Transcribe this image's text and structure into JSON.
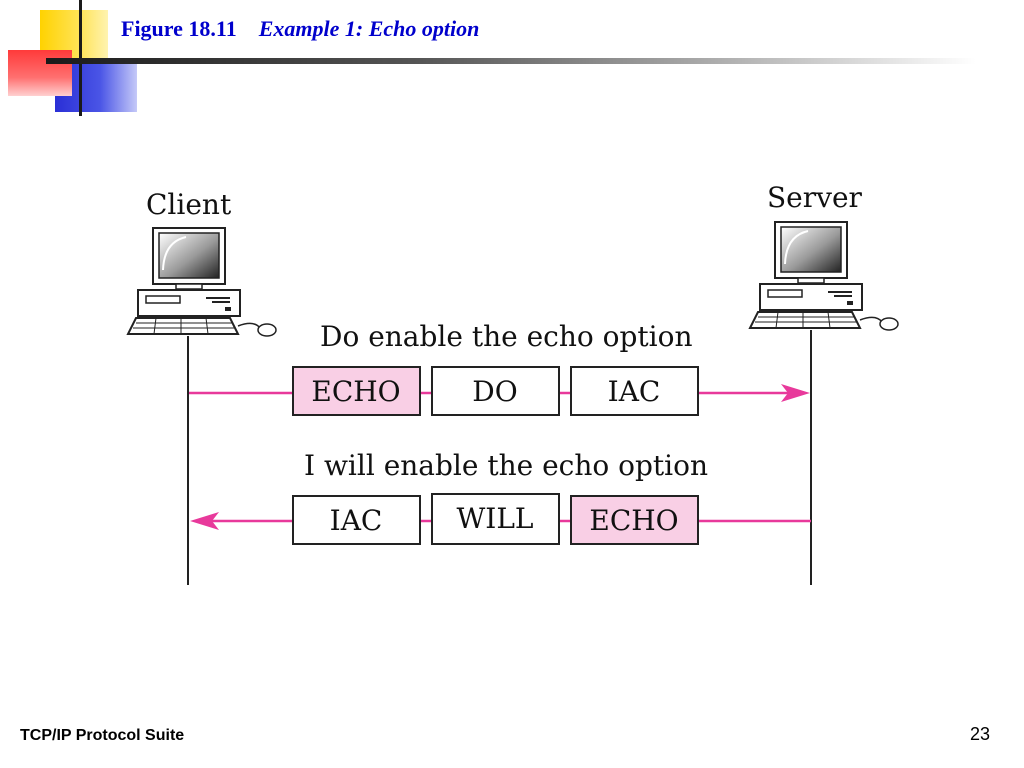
{
  "slide": {
    "figure_number": "Figure 18.11",
    "figure_title": "Example 1: Echo option",
    "footer_text": "TCP/IP Protocol Suite",
    "page_number": "23"
  },
  "diagram": {
    "client_label": "Client",
    "server_label": "Server",
    "message1": {
      "caption": "Do enable the echo option",
      "fields": [
        "ECHO",
        "DO",
        "IAC"
      ],
      "highlighted": "ECHO",
      "direction": "client-to-server"
    },
    "message2": {
      "caption": "I will enable the echo option",
      "fields": [
        "IAC",
        "WILL",
        "ECHO"
      ],
      "highlighted": "ECHO",
      "direction": "server-to-client"
    },
    "colors": {
      "arrow": "#e8399b",
      "highlight_fill": "#f9cfe5",
      "title": "#0000cc"
    }
  }
}
